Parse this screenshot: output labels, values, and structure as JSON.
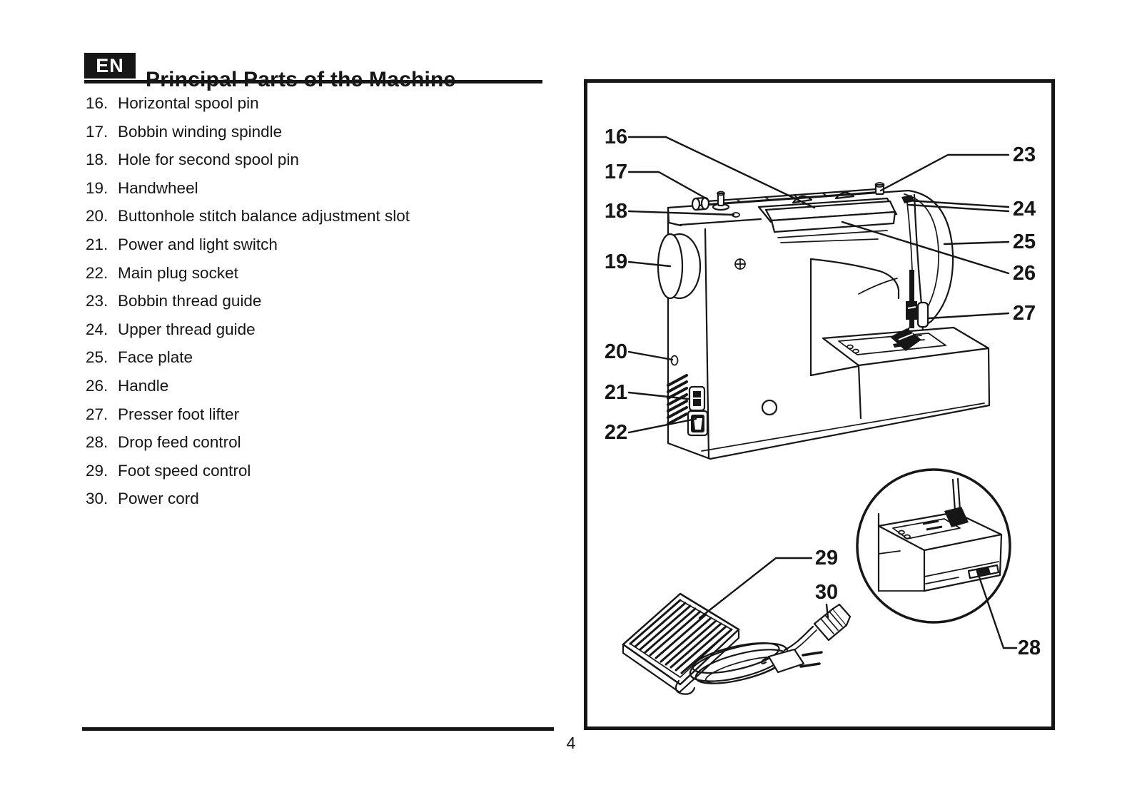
{
  "page": {
    "language_badge": "EN",
    "title": "Principal Parts of the Machine",
    "page_number": "4"
  },
  "parts_list": [
    {
      "num": "16.",
      "label": "Horizontal spool pin"
    },
    {
      "num": "17.",
      "label": "Bobbin winding spindle"
    },
    {
      "num": "18.",
      "label": "Hole for second spool pin"
    },
    {
      "num": "19.",
      "label": "Handwheel"
    },
    {
      "num": "20.",
      "label": "Buttonhole stitch balance adjustment slot"
    },
    {
      "num": "21.",
      "label": "Power and light switch"
    },
    {
      "num": "22.",
      "label": "Main plug socket"
    },
    {
      "num": "23.",
      "label": "Bobbin thread guide"
    },
    {
      "num": "24.",
      "label": "Upper thread guide"
    },
    {
      "num": "25.",
      "label": "Face plate"
    },
    {
      "num": "26.",
      "label": "Handle"
    },
    {
      "num": "27.",
      "label": "Presser foot lifter"
    },
    {
      "num": "28.",
      "label": "Drop feed control"
    },
    {
      "num": "29.",
      "label": "Foot speed control"
    },
    {
      "num": "30.",
      "label": "Power cord"
    }
  ],
  "diagram": {
    "ink": "#161616",
    "callouts": {
      "c16": "16",
      "c17": "17",
      "c18": "18",
      "c19": "19",
      "c20": "20",
      "c21": "21",
      "c22": "22",
      "c23": "23",
      "c24": "24",
      "c25": "25",
      "c26": "26",
      "c27": "27",
      "c28": "28",
      "c29": "29",
      "c30": "30"
    }
  }
}
